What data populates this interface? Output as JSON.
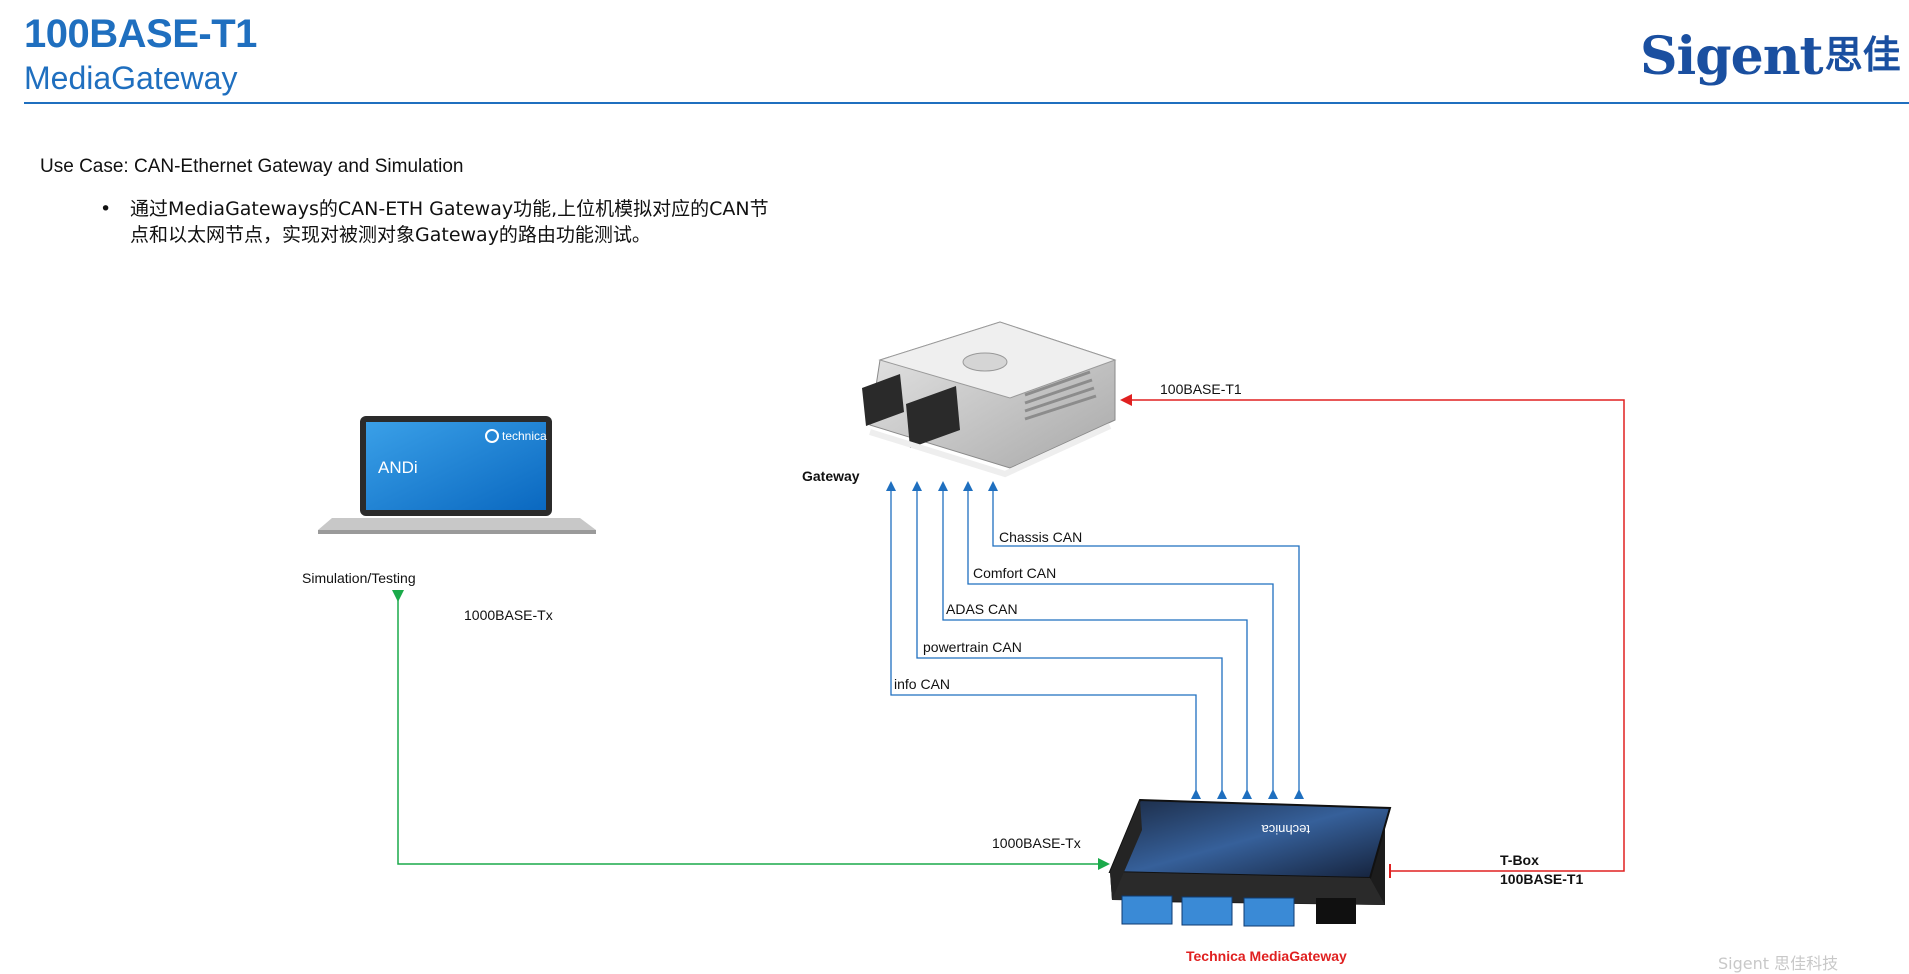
{
  "header": {
    "title": "100BASE-T1",
    "subtitle": "MediaGateway",
    "logo_en": "Sigent",
    "logo_cn": "思佳"
  },
  "content": {
    "use_case": "Use Case: CAN-Ethernet Gateway and Simulation",
    "bullets": [
      "通过MediaGateways的CAN-ETH Gateway功能,上位机模拟对应的CAN节点和以太网节点，实现对被测对象Gateway的路由功能测试。"
    ]
  },
  "diagram": {
    "nodes": {
      "laptop": {
        "label": "Simulation/Testing",
        "screen_brand": "technica",
        "screen_app": "ANDi"
      },
      "gateway": {
        "label": "Gateway"
      },
      "mediagateway": {
        "label": "Technica MediaGateway",
        "brand": "technica"
      },
      "tbox": {
        "label": "T-Box",
        "sublabel": "100BASE-T1"
      }
    },
    "link_labels": {
      "sim_link_top": "1000BASE-Tx",
      "sim_link_bottom": "1000BASE-Tx",
      "tbox_gateway_link": "100BASE-T1"
    },
    "can_buses": [
      "Chassis CAN",
      "Comfort CAN",
      "ADAS CAN",
      "powertrain CAN",
      "info CAN"
    ],
    "colors": {
      "can_lines": "#1f6fbf",
      "ethernet_sim": "#1aaa4a",
      "ethernet_tbox": "#e02020",
      "title": "#1f6fbf"
    }
  },
  "footer": {
    "watermark": "Sigent 思佳科技"
  }
}
